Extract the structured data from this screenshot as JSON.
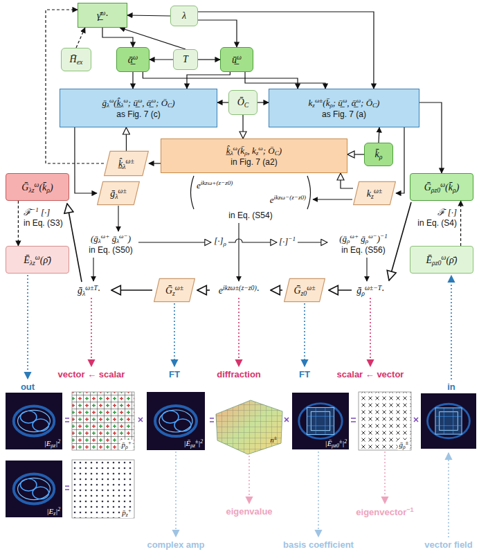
{
  "diagram": {
    "nodes": [
      {
        "text": [
          "γ̲̄ω·"
        ]
      },
      {
        "text": [
          "λ"
        ]
      },
      {
        "text": [
          "H̄ex"
        ]
      },
      {
        "text": [
          "ᾱ̲ω"
        ]
      },
      {
        "text": [
          "T"
        ]
      },
      {
        "text": [
          "ū̲ω"
        ]
      },
      {
        "text": [
          "ḡλω(k̲̂λω; ū̲ω, ᾱ̲ω; ŌC)",
          "as Fig. 7 (c)"
        ]
      },
      {
        "text": [
          "ŌC"
        ]
      },
      {
        "text": [
          "kzω±(k̄ρ; ū̲ω, ᾱ̲ω; ŌC)",
          "as Fig. 7 (a)"
        ]
      },
      {
        "text": [
          "k̲̂λω(k̄ρ, kzω; ŌC)",
          "in Fig. 7 (a2)"
        ]
      },
      {
        "text": [
          "k̄ρ"
        ]
      },
      {
        "text": [
          "k̲̂λω±"
        ]
      },
      {
        "text": [
          "ḡλω±"
        ]
      },
      {
        "text": [
          "kzω±"
        ]
      },
      {
        "text": [
          "Ḡλzω(k̄ρ)"
        ]
      },
      {
        "text": [
          "Ḡρz0ω(k̄ρ)"
        ]
      },
      {
        "text": [
          "Ēλzω(ρ̄)"
        ]
      },
      {
        "text": [
          "Ēρz0ω(ρ̄)"
        ]
      },
      {
        "text": [
          "Ḡzω±"
        ]
      },
      {
        "text": [
          "Ḡz0ω±"
        ]
      }
    ],
    "edges": [
      {
        "from": 0,
        "to": 3,
        "arrow": "to"
      },
      {
        "from": 1,
        "to": 0,
        "arrow": "to"
      },
      {
        "from": 1,
        "to": 5,
        "arrow": "to"
      },
      {
        "from": 1,
        "to": 8,
        "arrow": "to"
      },
      {
        "from": 2,
        "to": 0,
        "arrow": "to"
      },
      {
        "from": 4,
        "to": 3,
        "arrow": "to"
      },
      {
        "from": 4,
        "to": 5,
        "arrow": "to"
      },
      {
        "from": 4,
        "to": 0,
        "arrow": "to"
      },
      {
        "from": 3,
        "to": 6,
        "arrow": "to"
      },
      {
        "from": 3,
        "to": 8,
        "arrow": "to"
      },
      {
        "from": 5,
        "to": 8,
        "arrow": "to"
      },
      {
        "from": 5,
        "to": 6,
        "arrow": "to"
      },
      {
        "from": 7,
        "to": 6,
        "arrow": "to"
      },
      {
        "from": 7,
        "to": 8,
        "arrow": "to"
      },
      {
        "from": 7,
        "to": 9,
        "arrow": "to"
      },
      {
        "from": 10,
        "to": 8,
        "arrow": "to"
      },
      {
        "from": 10,
        "to": 9,
        "arrow": "to"
      },
      {
        "from": 8,
        "to": 15,
        "arrow": "to"
      },
      {
        "from": 8,
        "to": 13,
        "arrow": "to"
      },
      {
        "from": 13,
        "to": 9,
        "arrow": "to"
      },
      {
        "from": 9,
        "to": 11,
        "arrow": "to"
      },
      {
        "from": 11,
        "to": 6,
        "arrow": "to"
      },
      {
        "from": 11,
        "to": 0,
        "arrow": "to"
      },
      {
        "from": 6,
        "to": 12,
        "arrow": "to"
      },
      {
        "from": 14,
        "to": 16,
        "arrow": "to"
      },
      {
        "from": 17,
        "to": 15,
        "arrow": "to"
      }
    ],
    "labels": [
      "eikzω+(z−z0)",
      "eikzω−(z−z0)",
      "in Eq. (S54)",
      "(ḡλω+ ḡλω−)",
      "in Eq. (S50)",
      "[·]ρ",
      "[·]−1",
      "(ḡρω+ ḡρω−)−1",
      "in Eq. (S56)",
      "ℱ−1 [·]",
      "in Eq. (S3)",
      "ℱ [·]",
      "in Eq. (S4)",
      "ḡλω±T·",
      "eikzω±(z−z0)·",
      "ḡρω±−T·",
      "vector ← scalar",
      "FT",
      "diffraction",
      "FT",
      "scalar ← vector",
      "out",
      "in",
      "|Eρz|2",
      "|Ez|2",
      "p̄ρ+",
      "p̄z+",
      "|Ēρz±|2",
      "n±",
      "|Ēρz0±|2",
      "ḡρ±",
      "eigenvalue",
      "eigenvector−1",
      "complex amp",
      "basis coefficient",
      "vector field"
    ]
  }
}
